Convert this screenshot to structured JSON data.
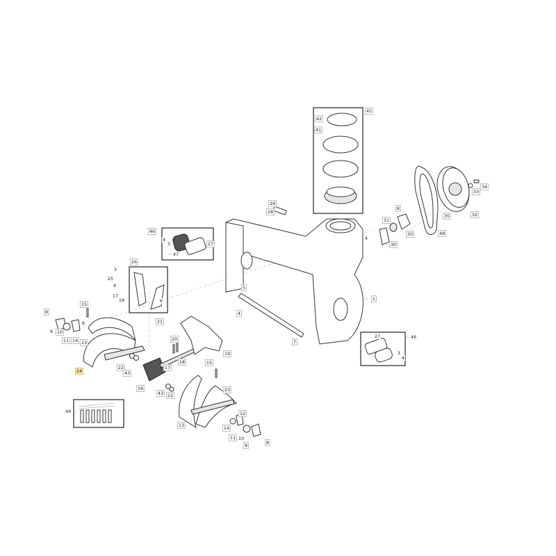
{
  "diagram": {
    "highlight_color": "#fbe7a1",
    "highlighted_part": "24",
    "callouts": [
      "45",
      "42",
      "41",
      "29",
      "28",
      "46",
      "4",
      "3",
      "27",
      "47",
      "26",
      "3",
      "25",
      "4",
      "17",
      "18",
      "21",
      "15",
      "8",
      "9",
      "10",
      "11",
      "14",
      "23",
      "6",
      "24",
      "22",
      "43",
      "16",
      "17",
      "20",
      "18",
      "19",
      "15",
      "23",
      "13",
      "12",
      "14",
      "11",
      "10",
      "9",
      "8",
      "43",
      "22",
      "49",
      "5",
      "4",
      "7",
      "1",
      "46",
      "27",
      "3",
      "4",
      "8",
      "31",
      "30",
      "30",
      "48",
      "35",
      "32",
      "33",
      "34",
      "4",
      "6"
    ]
  }
}
